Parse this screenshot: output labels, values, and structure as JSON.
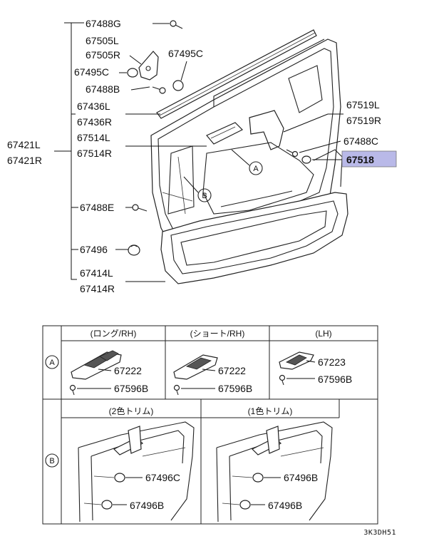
{
  "labels": {
    "p67488G": "67488G",
    "p67505L": "67505L",
    "p67505R": "67505R",
    "p67495C_a": "67495C",
    "p67495C_b": "67495C",
    "p67488B": "67488B",
    "p67436L": "67436L",
    "p67436R": "67436R",
    "p67421L": "67421L",
    "p67421R": "67421R",
    "p67514L": "67514L",
    "p67514R": "67514R",
    "p67519L": "67519L",
    "p67519R": "67519R",
    "p67488C": "67488C",
    "p67518": "67518",
    "p67488E": "67488E",
    "p67496": "67496",
    "p67414L": "67414L",
    "p67414R": "67414R"
  },
  "callouts": {
    "a": "A",
    "b": "B"
  },
  "highlight_color": "#b9b9e8",
  "table_a": {
    "row_label": "A",
    "columns": [
      {
        "header": "(ロング/RH)",
        "part_top": "67222",
        "part_bottom": "67596B"
      },
      {
        "header": "(ショート/RH)",
        "part_top": "67222",
        "part_bottom": "67596B"
      },
      {
        "header": "(LH)",
        "part_top": "67223",
        "part_bottom": "67596B"
      }
    ]
  },
  "table_b": {
    "row_label": "B",
    "columns": [
      {
        "header": "(2色トリム)",
        "part_top": "67496C",
        "part_bottom": "67496B"
      },
      {
        "header": "(1色トリム)",
        "part_top": "67496B",
        "part_bottom": "67496B"
      }
    ]
  },
  "diagram_code": "3K3DH51"
}
